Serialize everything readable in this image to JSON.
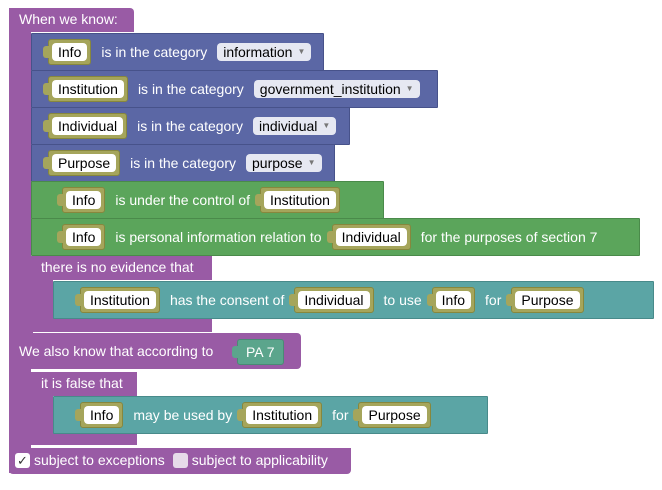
{
  "when_we_know": {
    "label": "When we know:",
    "facts": [
      {
        "subject": "Info",
        "middle": "is in the category",
        "category": "information"
      },
      {
        "subject": "Institution",
        "middle": "is in the category",
        "category": "government_institution"
      },
      {
        "subject": "Individual",
        "middle": "is in the category",
        "category": "individual"
      },
      {
        "subject": "Purpose",
        "middle": "is in the category",
        "category": "purpose"
      }
    ],
    "control": {
      "subject": "Info",
      "middle": "is under the control of",
      "object": "Institution"
    },
    "personal": {
      "subject": "Info",
      "middle": "is personal information relation to",
      "object": "Individual",
      "suffix": "for the purposes of section 7"
    },
    "no_evidence": {
      "label": "there is no evidence that",
      "inner": {
        "v1": "Institution",
        "t1": "has the consent of",
        "v2": "Individual",
        "t2": "to use",
        "v3": "Info",
        "t3": "for",
        "v4": "Purpose"
      }
    }
  },
  "also_know": {
    "label": "We also know that according to",
    "source": "PA 7",
    "false_block": {
      "label": "it is false that",
      "inner": {
        "v1": "Info",
        "t1": "may be used by",
        "v2": "Institution",
        "t2": "for",
        "v3": "Purpose"
      }
    }
  },
  "footer": {
    "exceptions_label": "subject to exceptions",
    "exceptions_checked": true,
    "exceptions_mark": "✓",
    "applicability_label": "subject to applicability",
    "applicability_checked": false
  },
  "colors": {
    "purple": "#995ba5",
    "blue": "#5b67a5",
    "green": "#5ba55b",
    "teal": "#5ba5a5",
    "variable": "#a5a55b",
    "source": "#5ba58c"
  }
}
